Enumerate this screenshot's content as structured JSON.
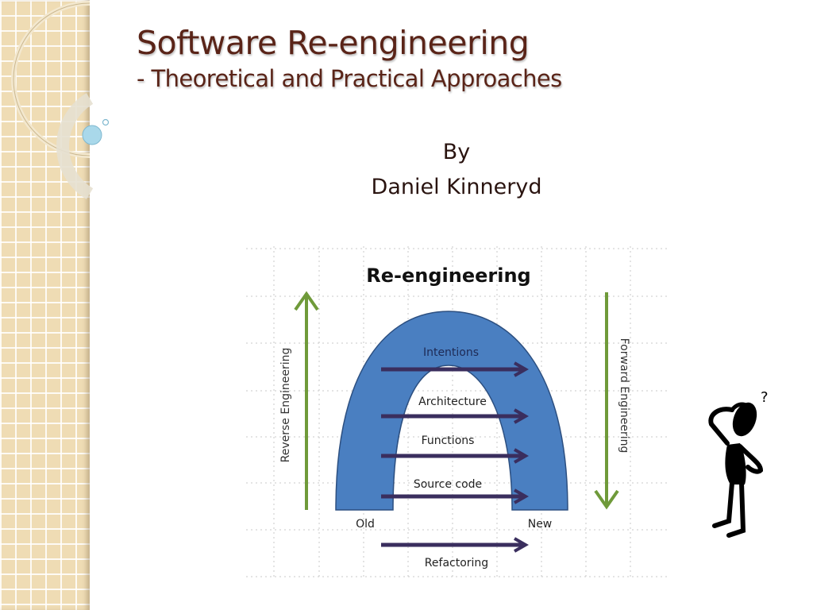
{
  "slide": {
    "title": "Software Re-engineering",
    "subtitle": "- Theoretical and Practical Approaches",
    "by": "By",
    "author": "Daniel Kinneryd"
  },
  "diagram": {
    "title": "Re-engineering",
    "left_axis_label": "Reverse Engineering",
    "right_axis_label": "Forward Engineering",
    "levels": [
      "Intentions",
      "Architecture",
      "Functions",
      "Source code"
    ],
    "old_label": "Old",
    "new_label": "New",
    "bottom_label": "Refactoring",
    "colors": {
      "arch_fill": "#4a7fc1",
      "arch_stroke": "#2c4f80",
      "arrow": "#3a2e5e",
      "axis_arrow": "#6f9a3a",
      "grid": "#c8c8c8"
    }
  },
  "decor": {
    "figure_question_mark": "?"
  },
  "colors": {
    "title": "#5a2418",
    "strip": "#efdcb4",
    "bubble": "#a9d8ea"
  }
}
